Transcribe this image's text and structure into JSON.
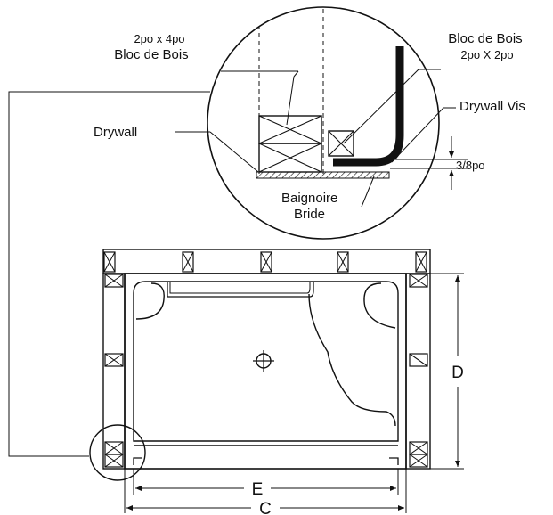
{
  "labels": {
    "block_2x4_size": "2po x 4po",
    "block_2x4_name": "Bloc de Bois",
    "block_2x2_name": "Bloc de Bois",
    "block_2x2_size": "2po X 2po",
    "drywall_left": "Drywall",
    "drywall_screw": "Drywall Vis",
    "gap": "3/8po",
    "flange_1": "Baignoire",
    "flange_2": "Bride"
  },
  "dimensions": {
    "width_inner": "E",
    "width_outer": "C",
    "depth": "D"
  },
  "colors": {
    "line": "#111111",
    "background": "#ffffff"
  }
}
